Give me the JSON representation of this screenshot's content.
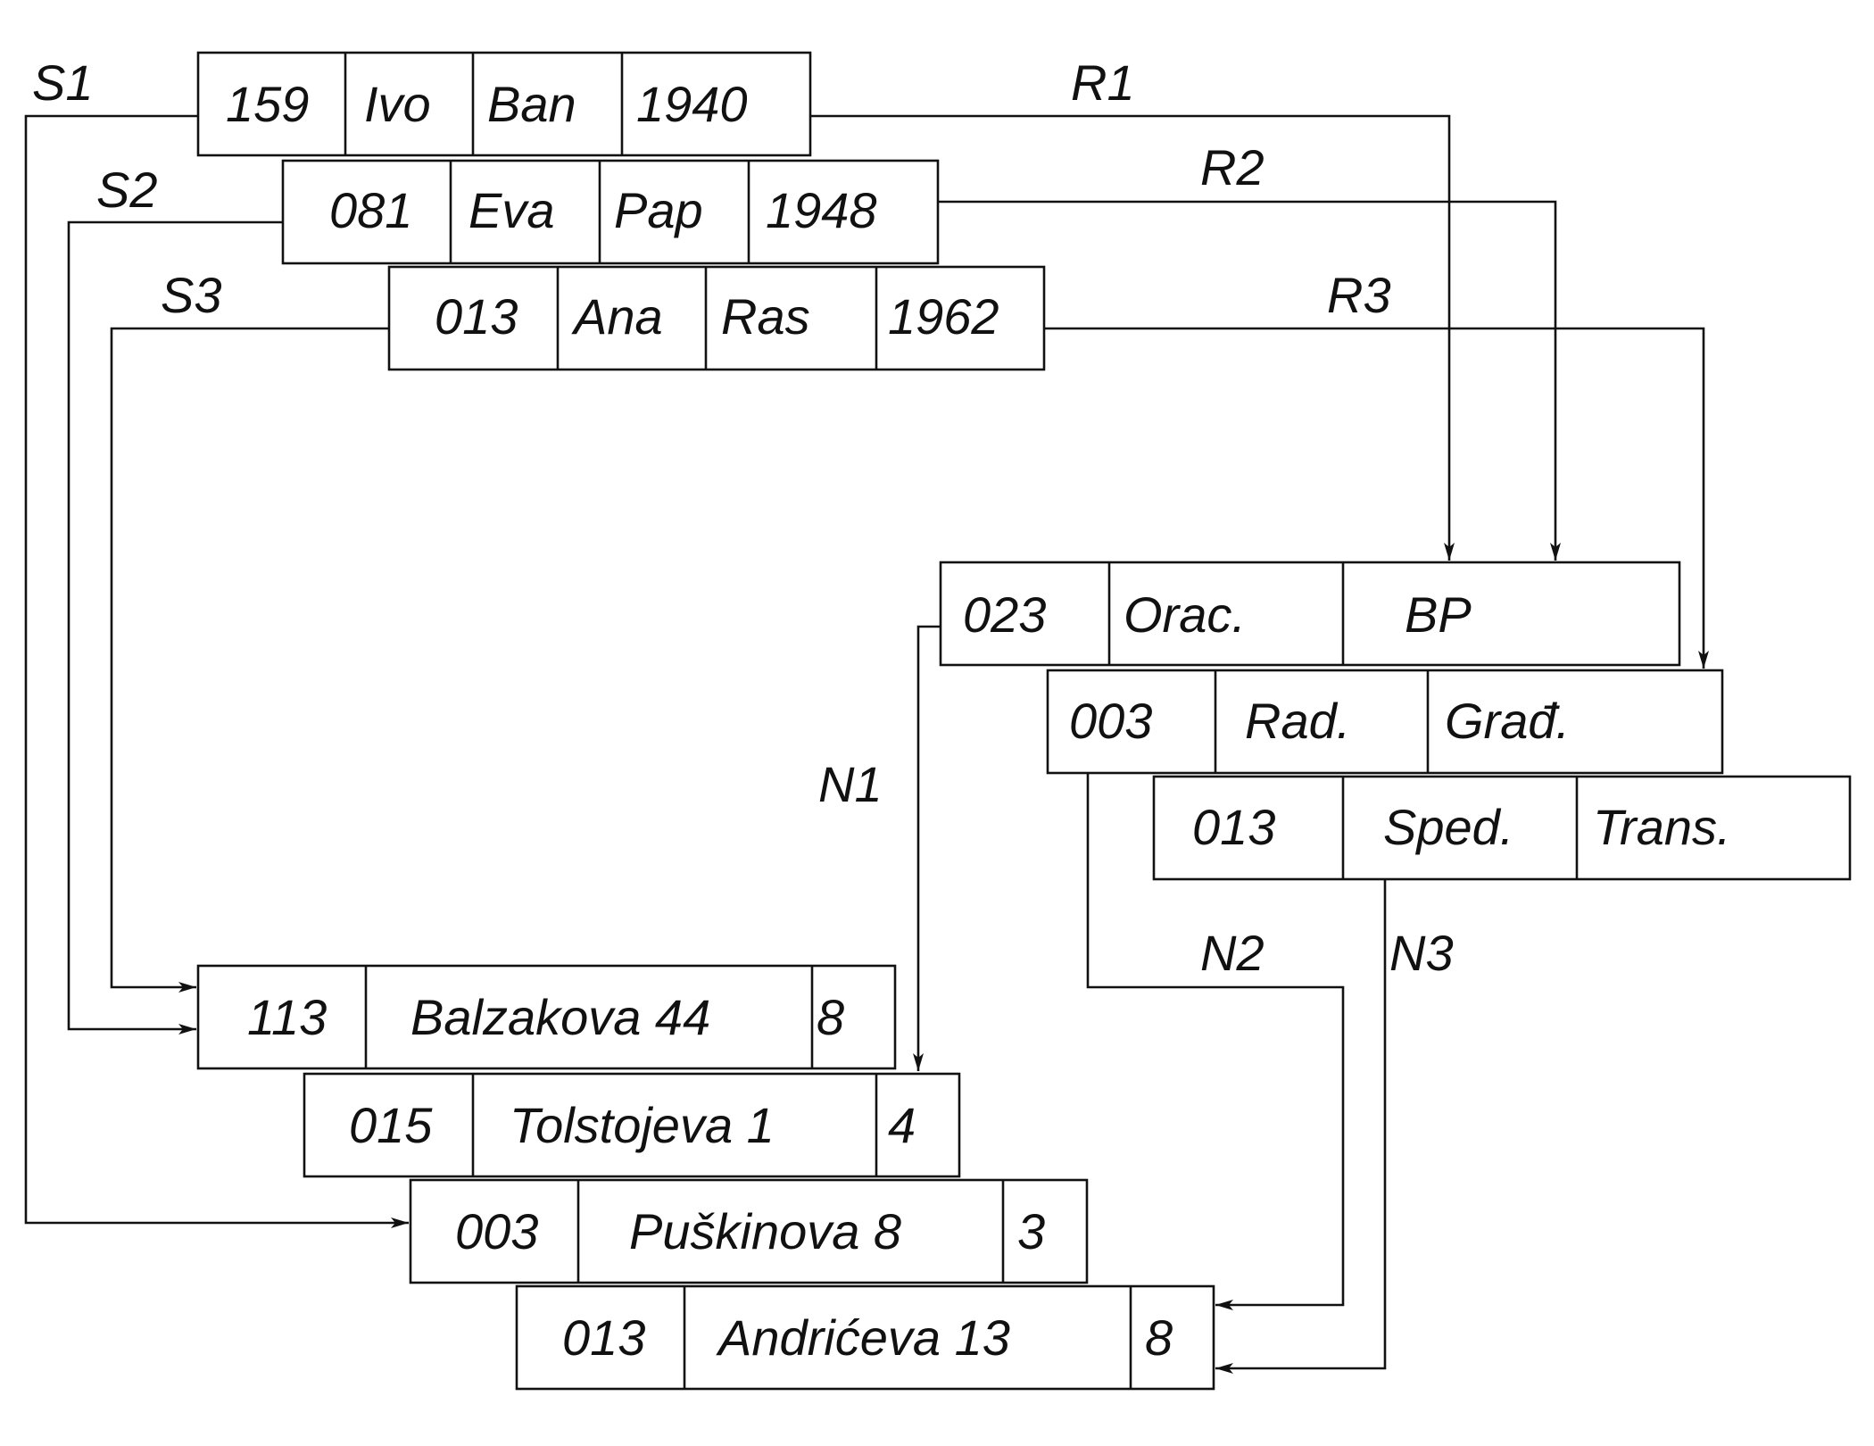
{
  "records": {
    "persons": [
      [
        "159",
        "Ivo",
        "Ban",
        "1940"
      ],
      [
        "081",
        "Eva",
        "Pap",
        "1948"
      ],
      [
        "013",
        "Ana",
        "Ras",
        "1962"
      ]
    ],
    "departments": [
      [
        "023",
        "Orac.",
        "BP"
      ],
      [
        "003",
        "Rad.",
        "Građ."
      ],
      [
        "013",
        "Sped.",
        "Trans."
      ]
    ],
    "addresses": [
      [
        "113",
        "Balzakova 44",
        "8"
      ],
      [
        "015",
        "Tolstojeva 1",
        "4"
      ],
      [
        "003",
        "Puškinova 8",
        "3"
      ],
      [
        "013",
        "Andrićeva 13",
        "8"
      ]
    ]
  },
  "links": {
    "S1": "S1",
    "S2": "S2",
    "S3": "S3",
    "R1": "R1",
    "R2": "R2",
    "R3": "R3",
    "N1": "N1",
    "N2": "N2",
    "N3": "N3"
  }
}
